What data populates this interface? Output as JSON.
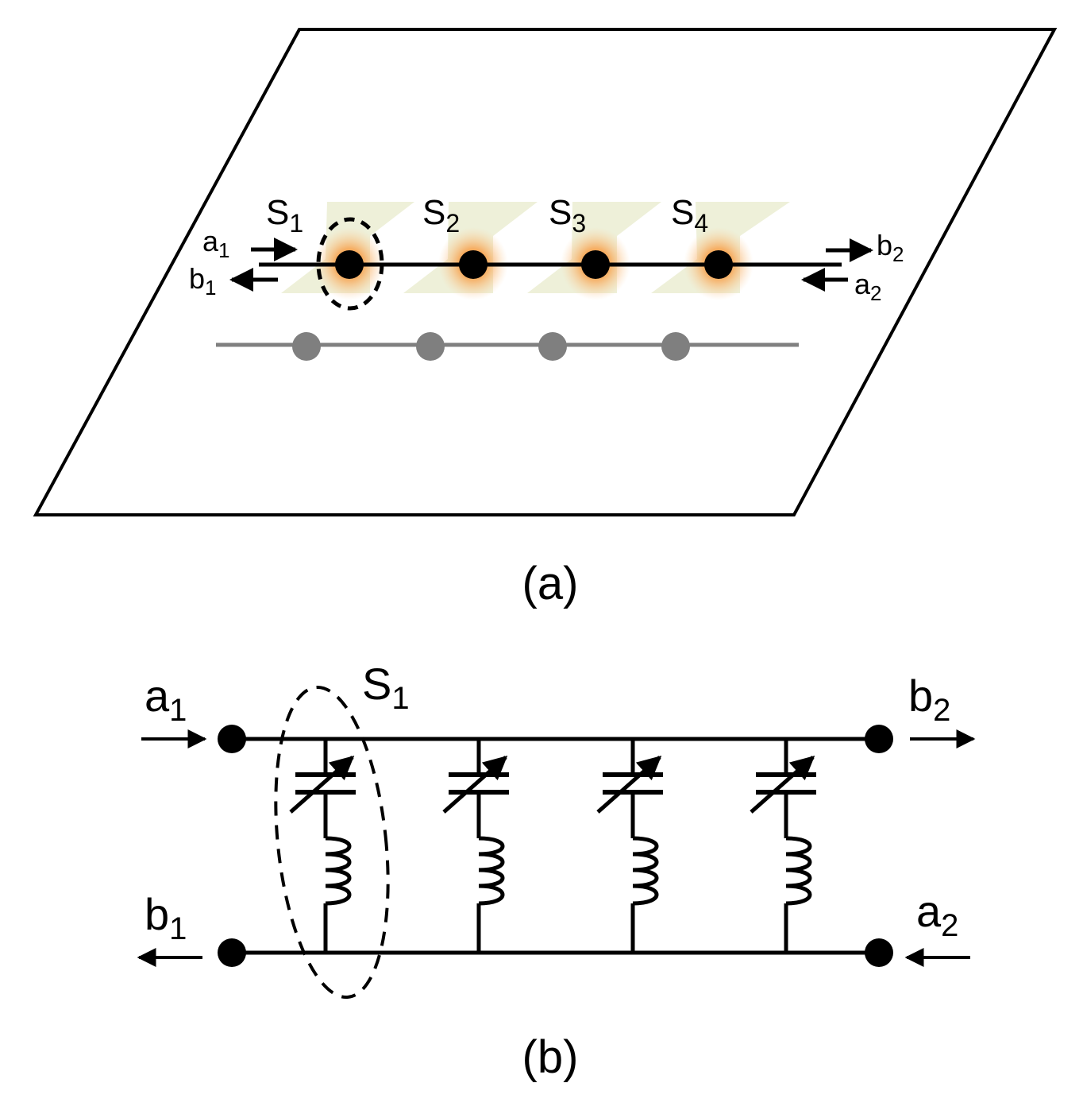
{
  "panel_a": {
    "caption": "(a)",
    "scatterers": [
      {
        "base": "S",
        "sub": "1"
      },
      {
        "base": "S",
        "sub": "2"
      },
      {
        "base": "S",
        "sub": "3"
      },
      {
        "base": "S",
        "sub": "4"
      }
    ],
    "ports": {
      "a1": {
        "base": "a",
        "sub": "1"
      },
      "b1": {
        "base": "b",
        "sub": "1"
      },
      "a2": {
        "base": "a",
        "sub": "2"
      },
      "b2": {
        "base": "b",
        "sub": "2"
      }
    },
    "colors": {
      "glow": "#f7a04a",
      "cone": "#eef0d9",
      "shadow": "#808080"
    }
  },
  "panel_b": {
    "caption": "(b)",
    "cell_label": {
      "base": "S",
      "sub": "1"
    },
    "ports": {
      "a1": {
        "base": "a",
        "sub": "1"
      },
      "b1": {
        "base": "b",
        "sub": "1"
      },
      "a2": {
        "base": "a",
        "sub": "2"
      },
      "b2": {
        "base": "b",
        "sub": "2"
      }
    },
    "branches": [
      {
        "element": "tunable-capacitor + inductor"
      },
      {
        "element": "tunable-capacitor + inductor"
      },
      {
        "element": "tunable-capacitor + inductor"
      },
      {
        "element": "tunable-capacitor + inductor"
      }
    ]
  }
}
